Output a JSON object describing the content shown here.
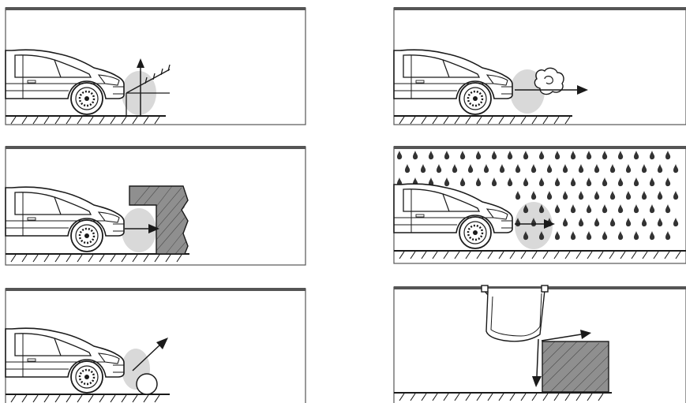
{
  "figure": {
    "panels": [
      {
        "id": "panel-1",
        "scene": "curb"
      },
      {
        "id": "panel-2",
        "scene": "exhaust-smoke"
      },
      {
        "id": "panel-3",
        "scene": "wall"
      },
      {
        "id": "panel-4",
        "scene": "rain"
      },
      {
        "id": "panel-5",
        "scene": "low-ball"
      },
      {
        "id": "panel-6",
        "scene": "trunk-lid-over-box"
      }
    ],
    "colors": {
      "line": "#1a1a1a",
      "frame": "#555555",
      "sensor_zone": "#d9d9d9",
      "hatch_fill": "#8f8f8f",
      "drop": "#333333"
    }
  }
}
